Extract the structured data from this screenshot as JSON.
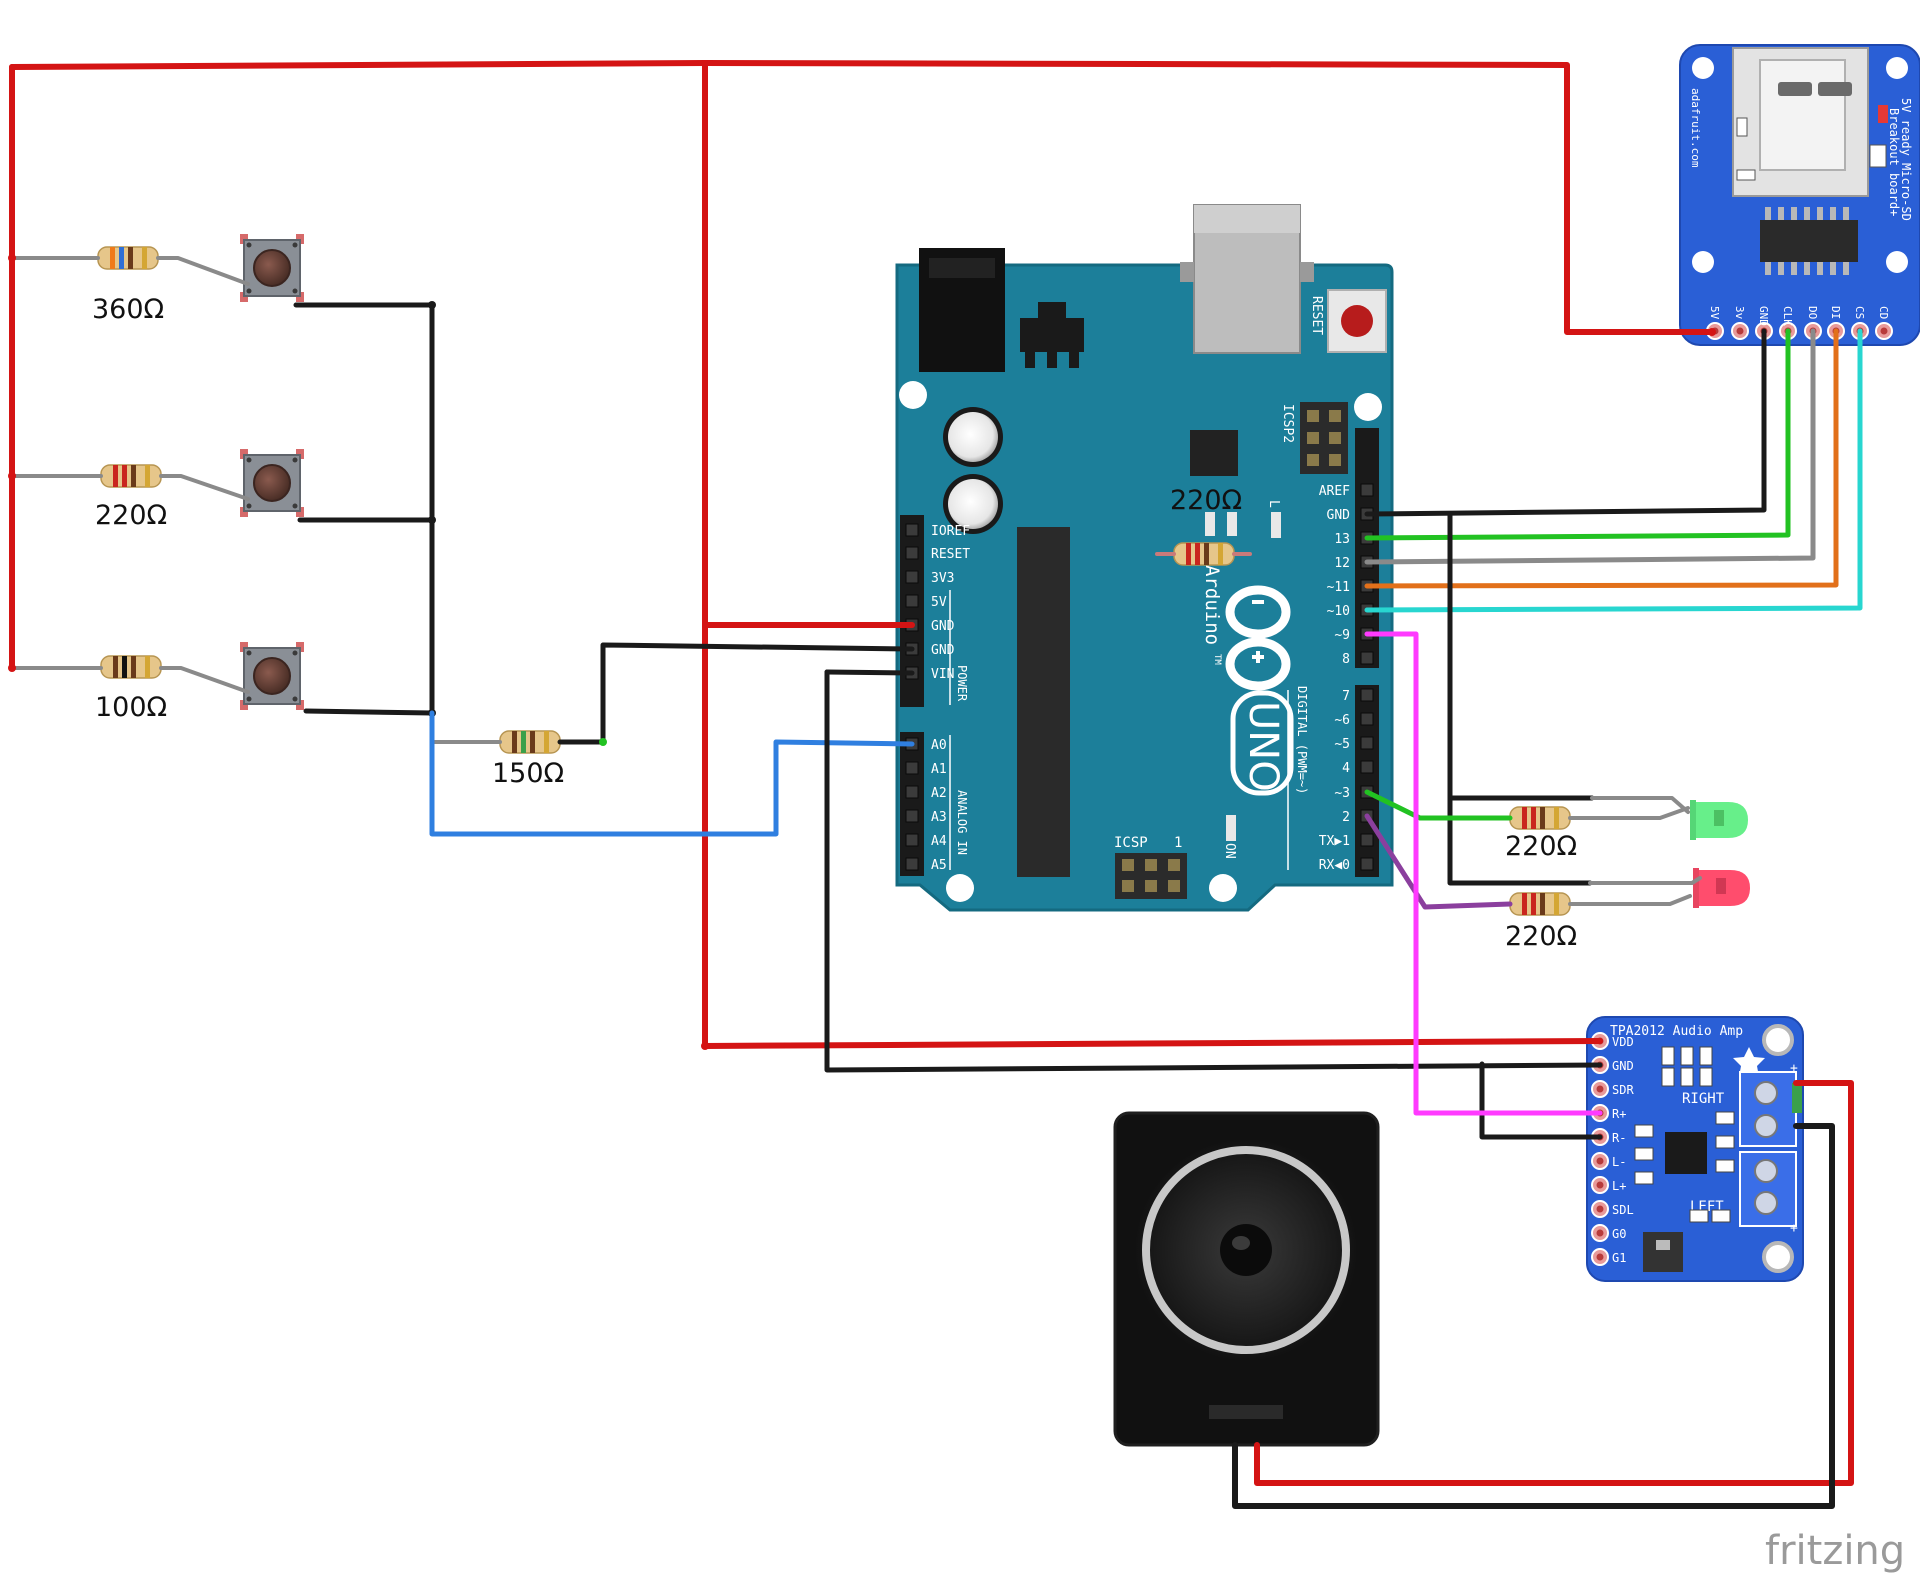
{
  "watermark": "fritzing",
  "resistors": {
    "r_button1": "360Ω",
    "r_button2": "220Ω",
    "r_button3": "100Ω",
    "r_divider": "150Ω",
    "r_board": "220Ω",
    "r_led_green": "220Ω",
    "r_led_red": "220Ω"
  },
  "arduino": {
    "brand": "Arduino",
    "model": "UNO",
    "reset": "RESET",
    "icsp2": "ICSP2",
    "icsp": "ICSP",
    "icsp_one": "1",
    "l_led": "L",
    "on_led": "ON",
    "tm": "TM",
    "power_header": "POWER",
    "analog_header": "ANALOG IN",
    "digital_header": "DIGITAL (PWM=~)",
    "power_pins": [
      "IOREF",
      "RESET",
      "3V3",
      "5V",
      "GND",
      "GND",
      "VIN"
    ],
    "analog_pins": [
      "A0",
      "A1",
      "A2",
      "A3",
      "A4",
      "A5"
    ],
    "digital_upper_pins": [
      "AREF",
      "GND",
      "13",
      "12",
      "~11",
      "~10",
      "~9",
      "8"
    ],
    "digital_lower_pins": [
      "7",
      "~6",
      "~5",
      "4",
      "~3",
      "2",
      "TX▶1",
      "RX◀0"
    ]
  },
  "sd_breakout": {
    "title_line1": "5V ready Micro-SD",
    "title_line2": "Breakout board+",
    "brand": "adafruit.com",
    "pins": [
      "5V",
      "3v",
      "GND",
      "CLK",
      "DO",
      "DI",
      "CS",
      "CD"
    ]
  },
  "amplifier": {
    "title": "TPA2012 Audio Amp",
    "pins": [
      "VDD",
      "GND",
      "SDR",
      "R+",
      "R-",
      "L-",
      "L+",
      "SDL",
      "G0",
      "G1"
    ],
    "right_label": "RIGHT",
    "left_label": "LEFT",
    "plus": "+",
    "minus": "-"
  },
  "colors": {
    "arduino_board": "#1c7f9a",
    "breakout_board": "#2a5fd6",
    "wire_red": "#d41414",
    "wire_black": "#1a1a1a",
    "wire_green": "#22c222",
    "wire_gray": "#8a8a8a",
    "wire_orange": "#e2701a",
    "wire_cyan": "#28d6d0",
    "wire_blue": "#2f7fe0",
    "wire_magenta": "#ff3aff",
    "wire_purple": "#8b3f9e",
    "led_green": "#67ef8a",
    "led_red": "#ff4d6d"
  }
}
